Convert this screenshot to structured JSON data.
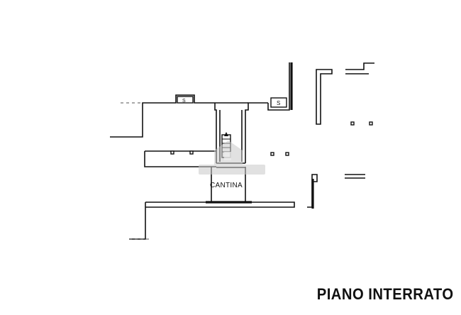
{
  "plan": {
    "room_label": "CANTINA",
    "floor_title": "PIANO INTERRATO",
    "symbols": {
      "left_marker": "S",
      "right_marker": "S"
    }
  },
  "colors": {
    "line": "#111111",
    "watermark": "#c9c9c9",
    "background": "#ffffff"
  }
}
